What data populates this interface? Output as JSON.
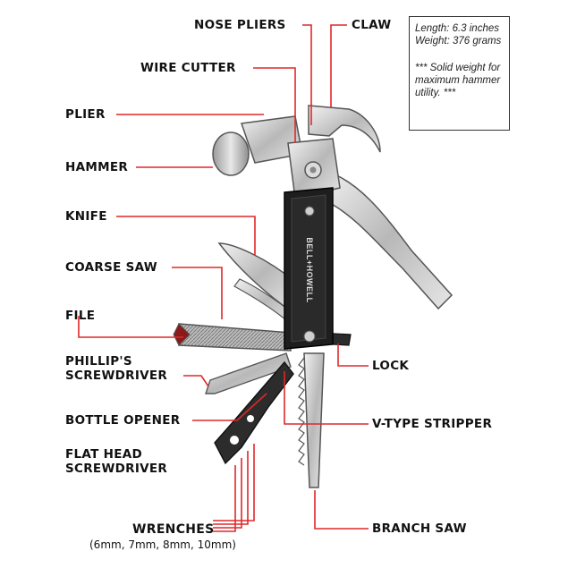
{
  "specs": {
    "length": "Length: 6.3 inches",
    "weight": "Weight: 376 grams",
    "note": "*** Solid weight for maximum hammer utility. ***"
  },
  "brand": "BELL+HOWELL",
  "labels": {
    "nose_pliers": "NOSE PLIERS",
    "claw": "CLAW",
    "wire_cutter": "WIRE CUTTER",
    "plier": "PLIER",
    "hammer": "HAMMER",
    "knife": "KNIFE",
    "coarse_saw": "COARSE SAW",
    "file": "FILE",
    "phillips_line1": "PHILLIP'S",
    "phillips_line2": "SCREWDRIVER",
    "lock": "LOCK",
    "bottle_opener": "BOTTLE OPENER",
    "v_type_stripper": "V-TYPE STRIPPER",
    "flat_head_line1": "FLAT HEAD",
    "flat_head_line2": "SCREWDRIVER",
    "wrenches": "WRENCHES",
    "wrench_sizes": "(6mm, 7mm, 8mm, 10mm)",
    "branch_saw": "BRANCH SAW"
  },
  "colors": {
    "leader": "#e0282a",
    "metal": "#c9c9c9",
    "handle": "#1e1e1e"
  }
}
